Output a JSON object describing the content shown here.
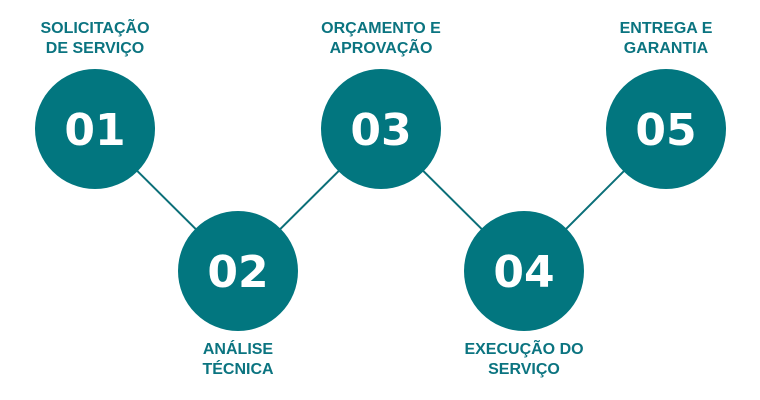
{
  "colors": {
    "circle": "#02767f",
    "line": "#0b6f78",
    "label": "#0b7480"
  },
  "steps": [
    {
      "number": "01",
      "label_line1": "SOLICITAÇÃO",
      "label_line2": "DE SERVIÇO",
      "position": "top"
    },
    {
      "number": "02",
      "label_line1": "ANÁLISE",
      "label_line2": "TÉCNICA",
      "position": "bottom"
    },
    {
      "number": "03",
      "label_line1": "ORÇAMENTO E",
      "label_line2": "APROVAÇÃO",
      "position": "top"
    },
    {
      "number": "04",
      "label_line1": "EXECUÇÃO DO",
      "label_line2": "SERVIÇO",
      "position": "bottom"
    },
    {
      "number": "05",
      "label_line1": "ENTREGA E",
      "label_line2": "GARANTIA",
      "position": "top"
    }
  ]
}
